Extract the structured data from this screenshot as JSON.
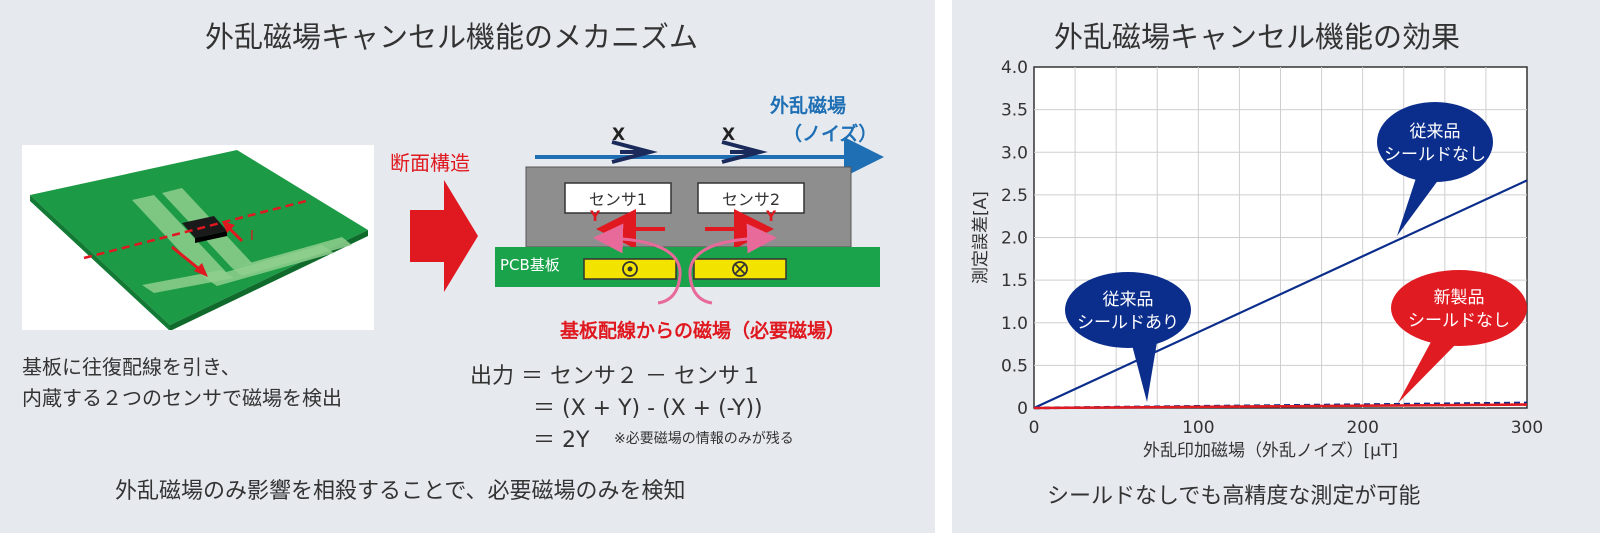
{
  "left": {
    "title": "外乱磁場キャンセル機能のメカニズム",
    "description_line1": "基板に往復配線を引き、",
    "description_line2": "内蔵する２つのセンサで磁場を検出",
    "cross_section_label": "断面構造",
    "pcb_current_label": "I",
    "diagram": {
      "noise_label_line1": "外乱磁場",
      "noise_label_line2": "（ノイズ）",
      "x_label": "X",
      "y_label": "Y",
      "sensor1_label": "センサ1",
      "sensor2_label": "センサ2",
      "pcb_label": "PCB基板",
      "required_field_label": "基板配線からの磁場（必要磁場）"
    },
    "formula": {
      "line1": "出力 ＝ センサ２ － センサ１",
      "line2": "＝ (X + Y) - (X + (-Y))",
      "line3": "＝ 2Y",
      "note": "※必要磁場の情報のみが残る"
    },
    "footer": "外乱磁場のみ影響を相殺することで、必要磁場のみを検知"
  },
  "right": {
    "title": "外乱磁場キャンセル機能の効果",
    "footer": "シールドなしでも高精度な測定が可能"
  },
  "colors": {
    "panel_bg": "#e6eaee",
    "pcb_green": "#1aa34a",
    "noise_blue": "#1f6fb5",
    "required_red": "#e0181f",
    "navy": "#0b2d8c",
    "series_red": "#e01b22"
  },
  "chart_data": {
    "type": "line",
    "title": "",
    "xlabel": "外乱印加磁場（外乱ノイズ）[µT]",
    "ylabel": "測定誤差[A]",
    "xlim": [
      0,
      300
    ],
    "ylim": [
      0,
      4.0
    ],
    "x_ticks": [
      "0",
      "100",
      "200",
      "300"
    ],
    "y_ticks": [
      "0",
      "0.5",
      "1.0",
      "1.5",
      "2.0",
      "2.5",
      "3.0",
      "3.5",
      "4.0"
    ],
    "grid": true,
    "series": [
      {
        "name": "従来品 シールドなし",
        "x": [
          0,
          300
        ],
        "y": [
          0,
          2.67
        ],
        "color": "#0b2d8c",
        "style": "solid"
      },
      {
        "name": "従来品 シールドあり",
        "x": [
          0,
          300
        ],
        "y": [
          0,
          0.06
        ],
        "color": "#0b2d8c",
        "style": "dashed"
      },
      {
        "name": "新製品 シールドなし",
        "x": [
          0,
          300
        ],
        "y": [
          0,
          0.04
        ],
        "color": "#e01b22",
        "style": "solid"
      }
    ],
    "callouts": [
      {
        "line1": "従来品",
        "line2": "シールドなし",
        "color": "#0b2d8c"
      },
      {
        "line1": "従来品",
        "line2": "シールドあり",
        "color": "#0b2d8c"
      },
      {
        "line1": "新製品",
        "line2": "シールドなし",
        "color": "#e01b22"
      }
    ]
  }
}
